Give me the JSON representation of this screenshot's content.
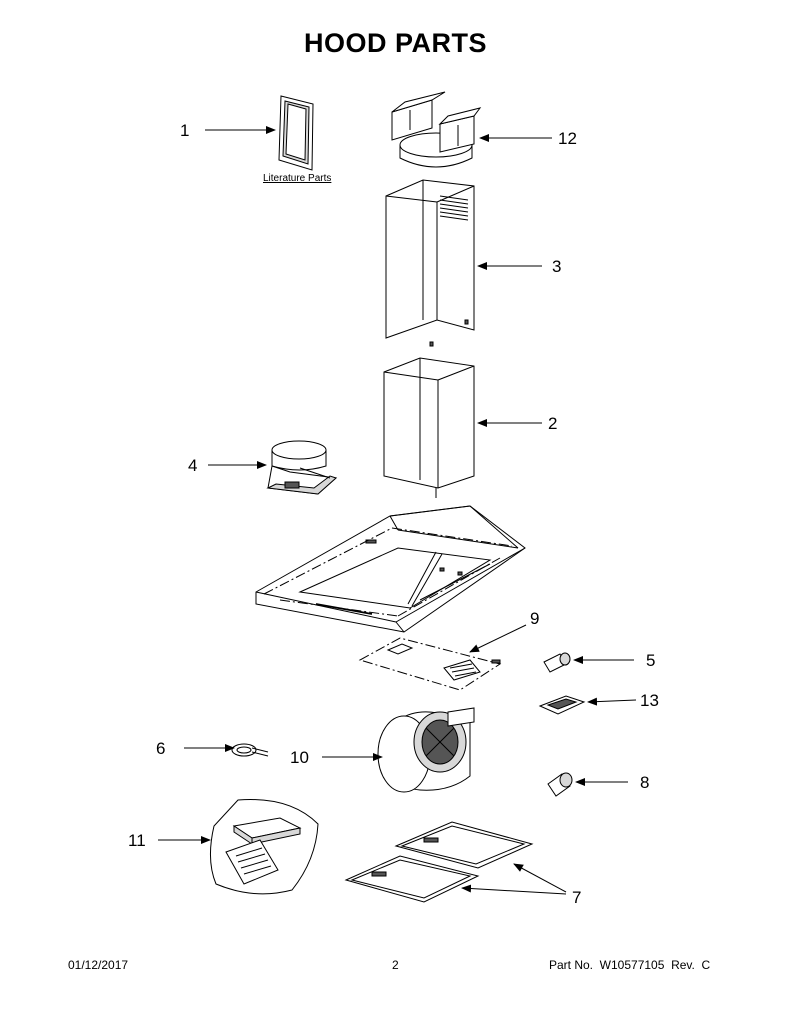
{
  "title": "HOOD PARTS",
  "literature_label": "Literature Parts",
  "callouts": {
    "c1": "1",
    "c2": "2",
    "c3": "3",
    "c4": "4",
    "c5": "5",
    "c6": "6",
    "c7": "7",
    "c8": "8",
    "c9": "9",
    "c10": "10",
    "c11": "11",
    "c12": "12",
    "c13": "13"
  },
  "footer": {
    "date": "01/12/2017",
    "page": "2",
    "part_no": "Part No.  W10577105  Rev.  C"
  }
}
